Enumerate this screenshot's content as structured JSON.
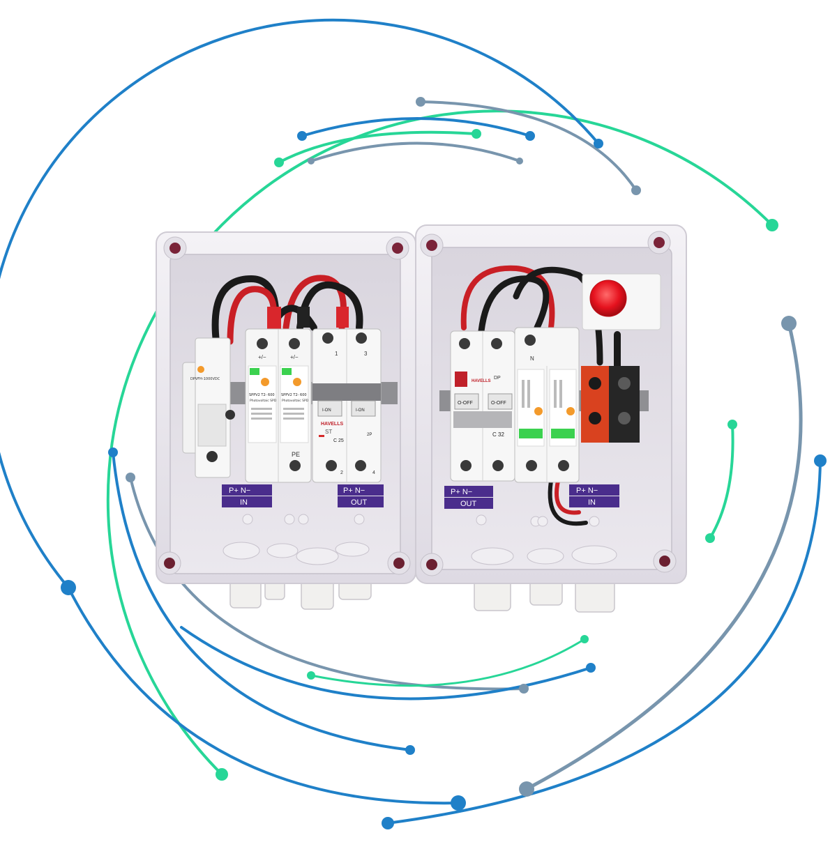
{
  "colors": {
    "green": "#27d697",
    "blue": "#1f80c8",
    "gray": "#7895ad",
    "enclosure": "#ece9ef",
    "label": "#4a2d8c",
    "red_wire": "#d62a2a",
    "black_wire": "#1a1a1a",
    "indicator": "#e5121e"
  },
  "left_box": {
    "in_label": {
      "pol": "P+  N−",
      "name": "IN"
    },
    "out_label": {
      "pol": "P+  N−",
      "name": "OUT"
    },
    "fuse_text": "DPVFH-1000VDC",
    "spd1": {
      "title": "SPPV2 T2- 600",
      "sub": "Photovoltaic SPD",
      "term": "+/−"
    },
    "spd2": {
      "title": "SPPV2 T2- 600",
      "sub": "Photovoltaic SPD",
      "term": "+/−"
    },
    "mcb": {
      "brand": "HAVELLS",
      "model": "ST",
      "on1": "I-ON",
      "on2": "I-ON",
      "rating": "C 25",
      "poles": "2P",
      "t1": "1",
      "t3": "3",
      "t2": "2",
      "t4": "4"
    },
    "pe": "PE"
  },
  "right_box": {
    "out_label": {
      "pol": "P+  N−",
      "name": "OUT"
    },
    "in_label": {
      "pol": "P+  N−",
      "name": "IN"
    },
    "mcb": {
      "brand": "HAVELLS",
      "off1": "O-OFF",
      "off2": "O-OFF",
      "poles": "DP",
      "rating": "C 32"
    },
    "spd": {
      "n": "N"
    }
  }
}
